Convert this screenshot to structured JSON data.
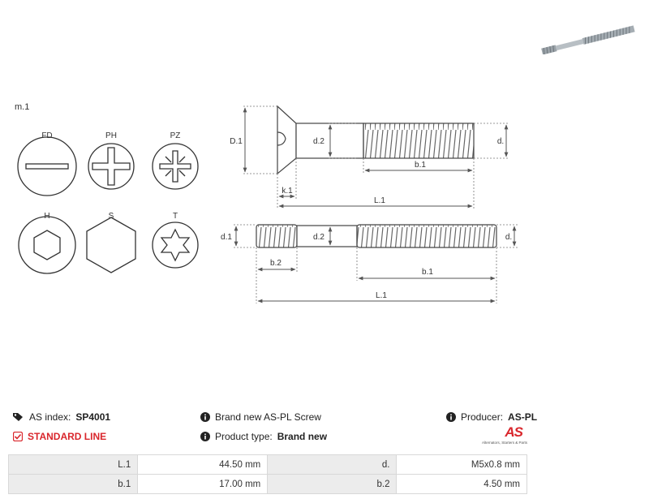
{
  "drawing": {
    "material_label": "m.1",
    "drive_types": [
      {
        "code": "FD"
      },
      {
        "code": "PH"
      },
      {
        "code": "PZ"
      },
      {
        "code": "H"
      },
      {
        "code": "S"
      },
      {
        "code": "T"
      }
    ],
    "top_view": {
      "D1": "D.1",
      "d2": "d.2",
      "d": "d.",
      "b1": "b.1",
      "k1": "k.1",
      "L1": "L.1"
    },
    "bottom_view": {
      "d1": "d.1",
      "d2": "d.2",
      "d": "d.",
      "b2": "b.2",
      "b1": "b.1",
      "L1": "L.1"
    }
  },
  "info": {
    "as_index_label": "AS index:",
    "as_index_value": "SP4001",
    "line_label": "STANDARD LINE",
    "description": "Brand new AS-PL Screw",
    "product_type_label": "Product type:",
    "product_type_value": "Brand new",
    "producer_label": "Producer:",
    "producer_value": "AS-PL",
    "logo_text": "AS",
    "logo_tagline": "Alternators, Starters & Parts"
  },
  "specs": [
    {
      "k1": "L.1",
      "v1": "44.50 mm",
      "k2": "d.",
      "v2": "M5x0.8 mm"
    },
    {
      "k1": "b.1",
      "v1": "17.00 mm",
      "k2": "b.2",
      "v2": "4.50 mm"
    }
  ],
  "colors": {
    "accent_red": "#d9262c",
    "line": "#555555"
  }
}
